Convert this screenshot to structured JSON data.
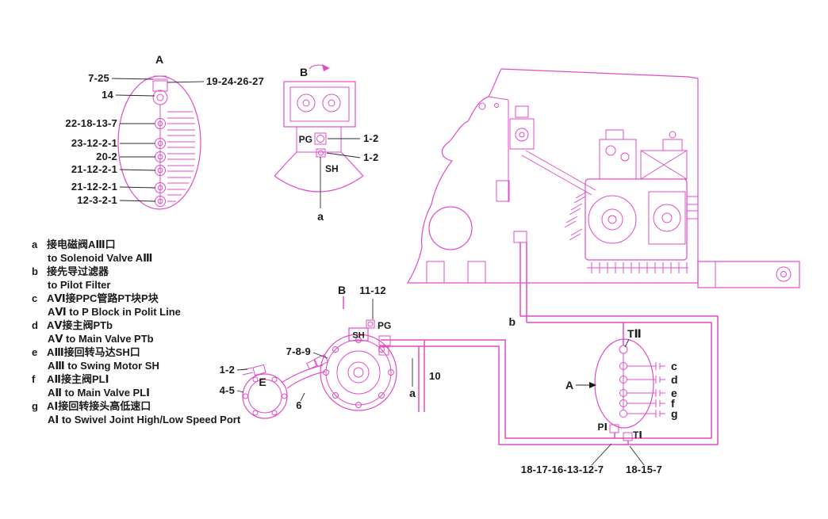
{
  "colors": {
    "magenta": "#e24cc6",
    "ink": "#1a1a1a"
  },
  "part_a": {
    "label": "A",
    "callout_washer": "7-25",
    "callout_bolt": "19-24-26-27",
    "callout_ring": "14",
    "row_callouts": [
      "22-18-13-7",
      "23-12-2-1",
      "20-2",
      "21-12-2-1",
      "21-12-2-1",
      "12-3-2-1"
    ]
  },
  "part_b": {
    "label": "B",
    "port_pg": "PG",
    "port_sh": "SH",
    "callout_pg": "1-2",
    "callout_sh": "1-2",
    "hose_a": "a"
  },
  "swing_motor": {
    "label_b": "B",
    "callout_top": "11-12",
    "port_pg": "PG",
    "port_sh": "SH",
    "callout_fitting": "7-8-9",
    "callout_elbow": "1-2",
    "callout_flange": "4-5",
    "label_e": "E",
    "callout_hose": "6",
    "hose_a": "a",
    "callout_pipes": "10",
    "hose_b": "b"
  },
  "manifold": {
    "label": "TⅡ",
    "pointer_a": "A",
    "ports": [
      "c",
      "d",
      "e",
      "f",
      "g"
    ],
    "port_p1": "PⅠ",
    "port_t1": "TⅠ",
    "callout_p1": "18-17-16-13-12-7",
    "callout_t1": "18-15-7"
  },
  "legend": {
    "items": [
      {
        "key": "a",
        "zh": "接电磁阀AⅢ口",
        "en": "to Solenoid Valve AⅢ"
      },
      {
        "key": "b",
        "zh": "接先导过滤器",
        "en": "to Pilot Filter"
      },
      {
        "key": "c",
        "zh": "AⅥ接PPC管路PT块P块",
        "en": "AⅥ to P Block in Polit Line"
      },
      {
        "key": "d",
        "zh": "AⅤ接主阀PTb",
        "en": "AⅤ to Main Valve PTb"
      },
      {
        "key": "e",
        "zh": "AⅢ接回转马达SH口",
        "en": "AⅢ to Swing Motor SH"
      },
      {
        "key": "f",
        "zh": "AⅡ接主阀PLⅠ",
        "en": "AⅡ to Main Valve PLⅠ"
      },
      {
        "key": "g",
        "zh": "AⅠ接回转接头高低速口",
        "en": "AⅠ to Swivel Joint High/Low Speed Port"
      }
    ]
  }
}
